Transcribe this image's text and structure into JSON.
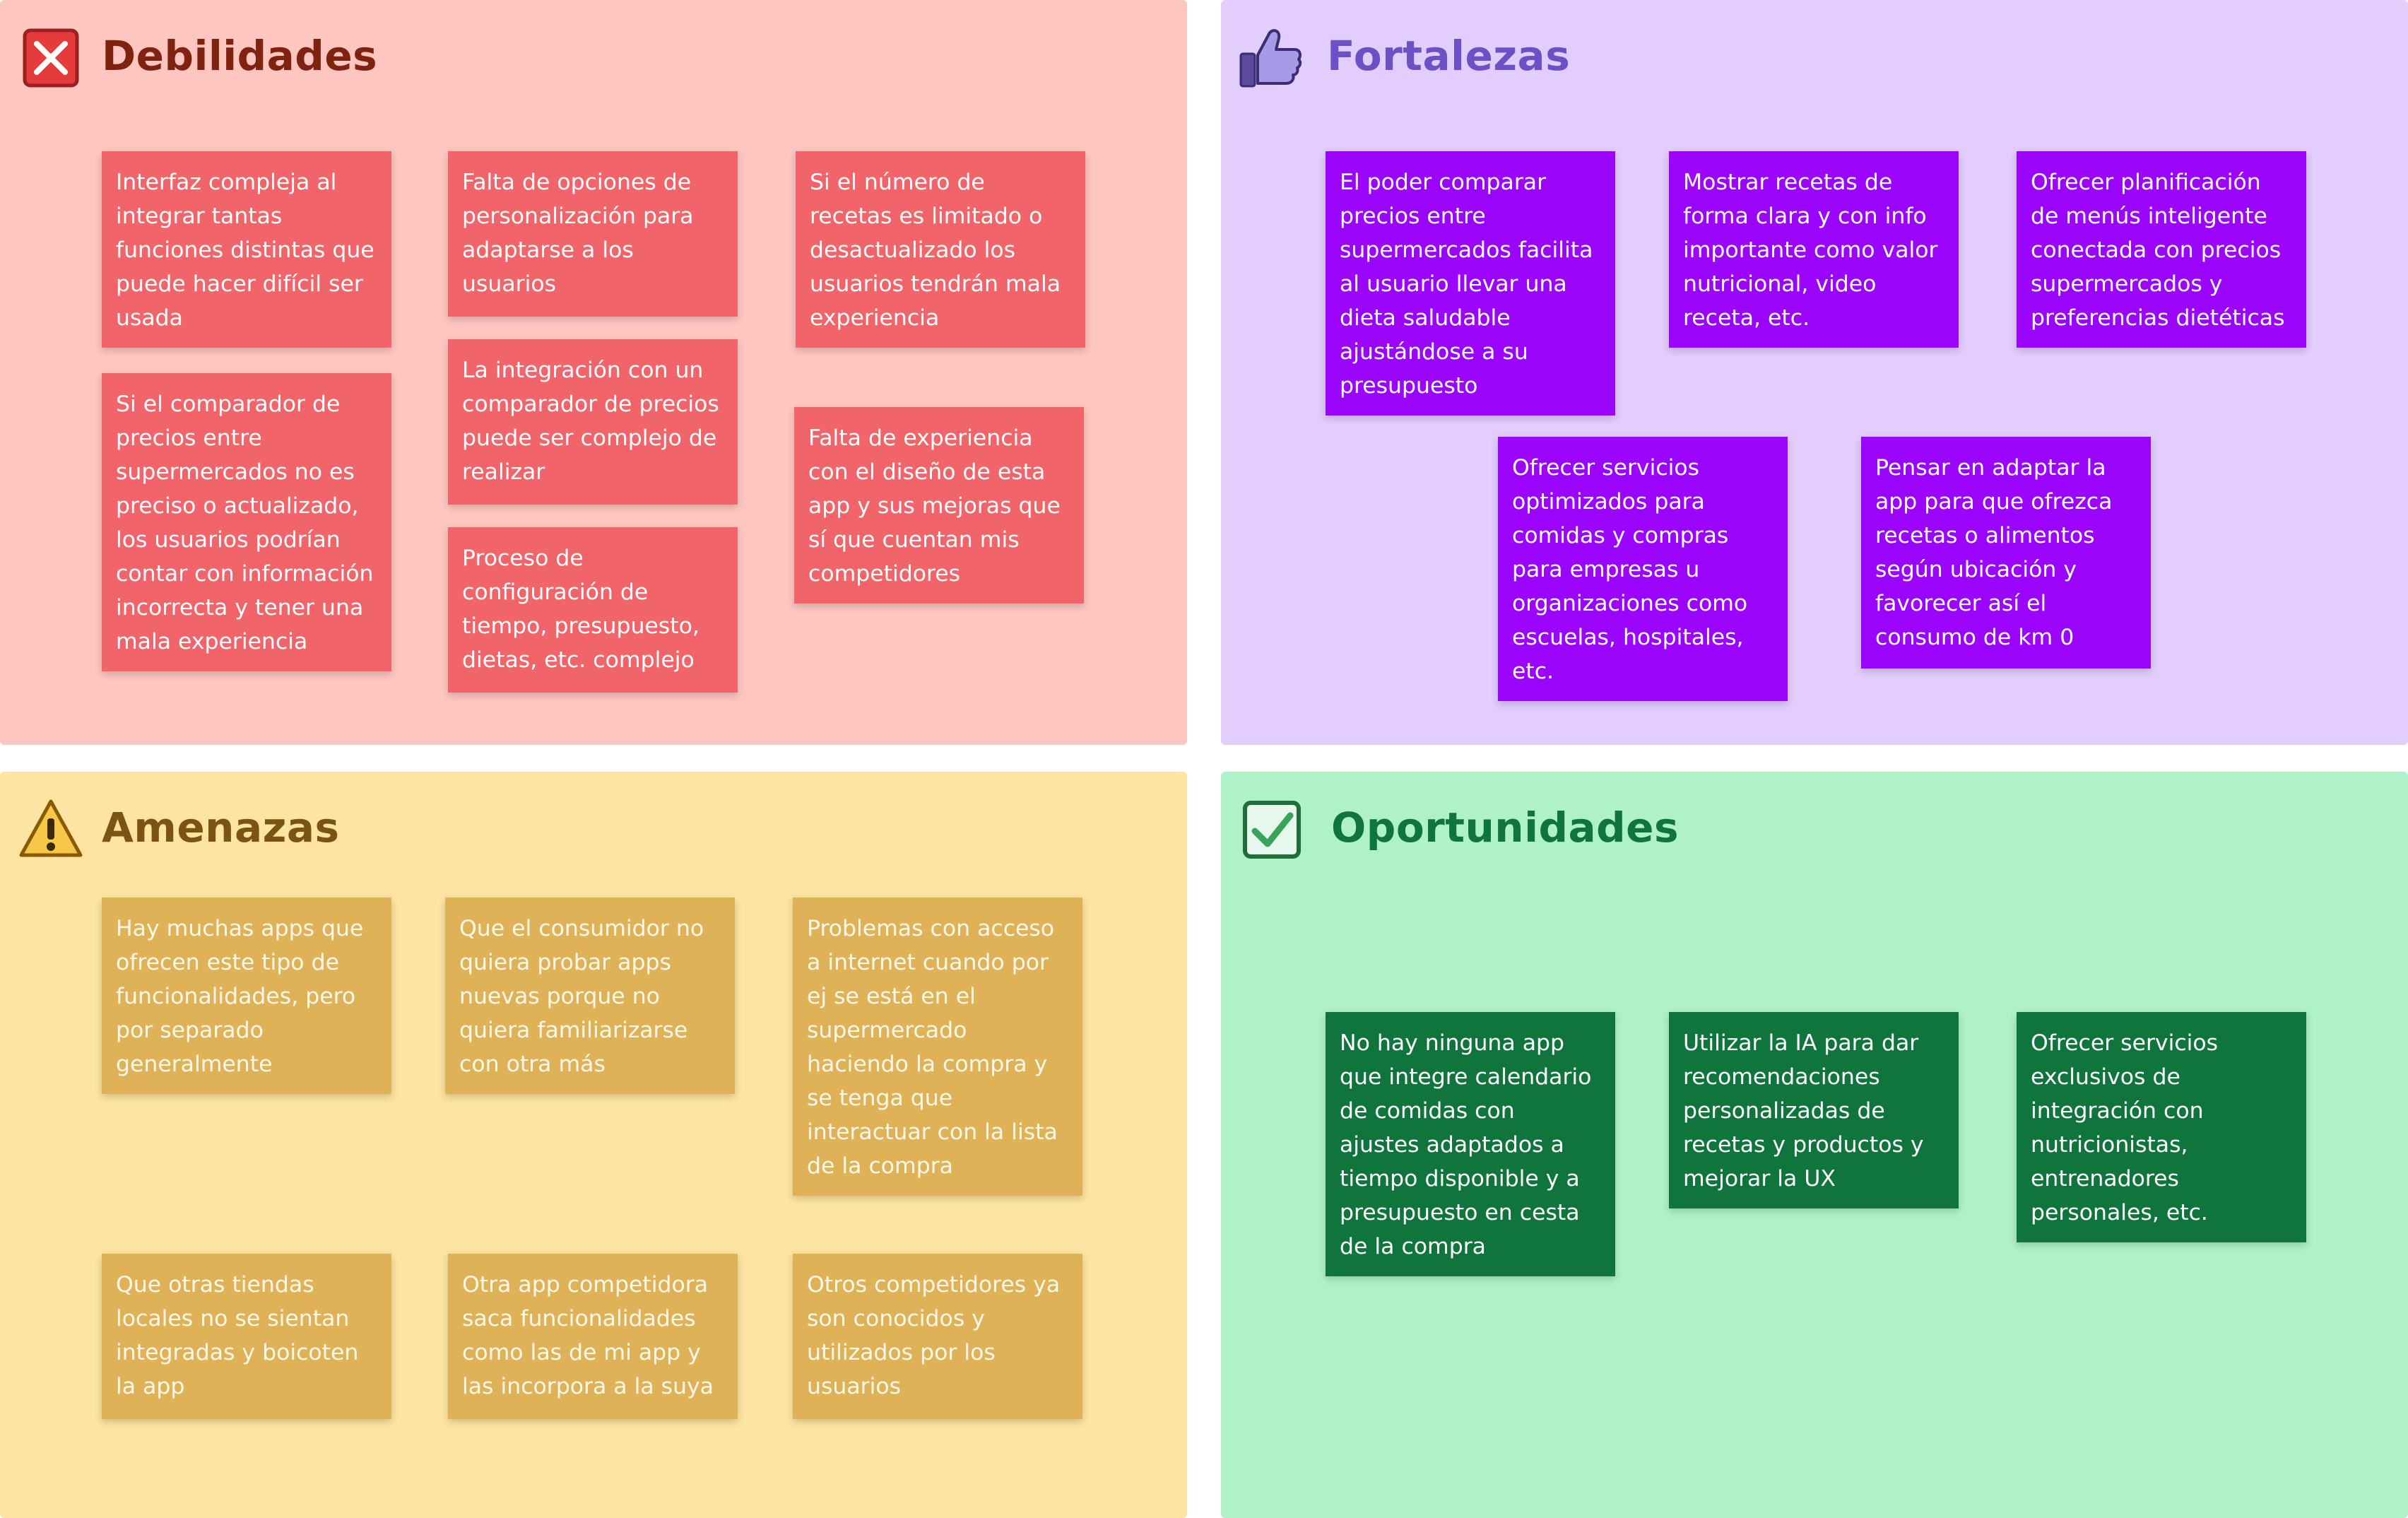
{
  "colors": {
    "debilidades_bg": "#fec6c1",
    "fortalezas_bg": "#e2cdfd",
    "amenazas_bg": "#fde4a2",
    "oportunidades_bg": "#b0f2c7",
    "red_note": "#f1646a",
    "purple_note": "#9b05fb",
    "amber_note": "#e0b257",
    "green_note": "#10743d"
  },
  "debilidades": {
    "title": "Debilidades",
    "icon": "cross-mark-icon",
    "notes": [
      "Interfaz compleja al integrar tantas funciones distintas que puede hacer difícil ser usada",
      "Si el comparador de precios entre supermercados no es preciso o actualizado, los usuarios podrían contar con información incorrecta y tener una mala experiencia",
      "Falta de opciones de personalización para adaptarse a los usuarios",
      "La integración con un comparador de precios puede ser complejo de realizar",
      "Proceso de configuración de tiempo, presupuesto, dietas, etc. complejo",
      "Si el número de recetas es limitado o desactualizado los usuarios tendrán mala experiencia",
      "Falta de experiencia con el diseño de esta app y sus mejoras que sí que cuentan mis competidores"
    ]
  },
  "fortalezas": {
    "title": "Fortalezas",
    "icon": "thumbs-up-icon",
    "notes": [
      "El poder comparar precios entre supermercados facilita al usuario llevar una dieta saludable ajustándose a su presupuesto",
      "Mostrar recetas de forma clara y con info importante como valor nutricional, video receta, etc.",
      "Ofrecer planificación de menús inteligente conectada con precios supermercados y preferencias dietéticas",
      "Ofrecer servicios optimizados para comidas y compras para empresas u organizaciones como escuelas, hospitales, etc.",
      "Pensar en adaptar la app para que ofrezca recetas o alimentos según ubicación y favorecer así el consumo de km 0"
    ]
  },
  "amenazas": {
    "title": "Amenazas",
    "icon": "warning-icon",
    "notes": [
      "Hay muchas apps que ofrecen este tipo de funcionalidades, pero por separado generalmente",
      "Que el consumidor no quiera probar apps nuevas porque no quiera familiarizarse con otra más",
      "Problemas con acceso a internet cuando por ej se está en el supermercado haciendo la compra y se tenga que interactuar con la lista de la compra",
      "Que otras tiendas locales no se sientan integradas y boicoten la app",
      "Otra app competidora saca funcionalidades como las de mi app y las incorpora a la suya",
      "Otros competidores ya son conocidos y utilizados por los usuarios"
    ]
  },
  "oportunidades": {
    "title": "Oportunidades",
    "icon": "check-mark-icon",
    "notes": [
      "No hay ninguna app que integre calendario de comidas con ajustes adaptados a tiempo disponible y a presupuesto en cesta de la compra",
      "Utilizar la IA para dar recomendaciones personalizadas de recetas y productos y mejorar la UX",
      "Ofrecer servicios exclusivos de integración con nutricionistas, entrenadores personales, etc."
    ]
  }
}
